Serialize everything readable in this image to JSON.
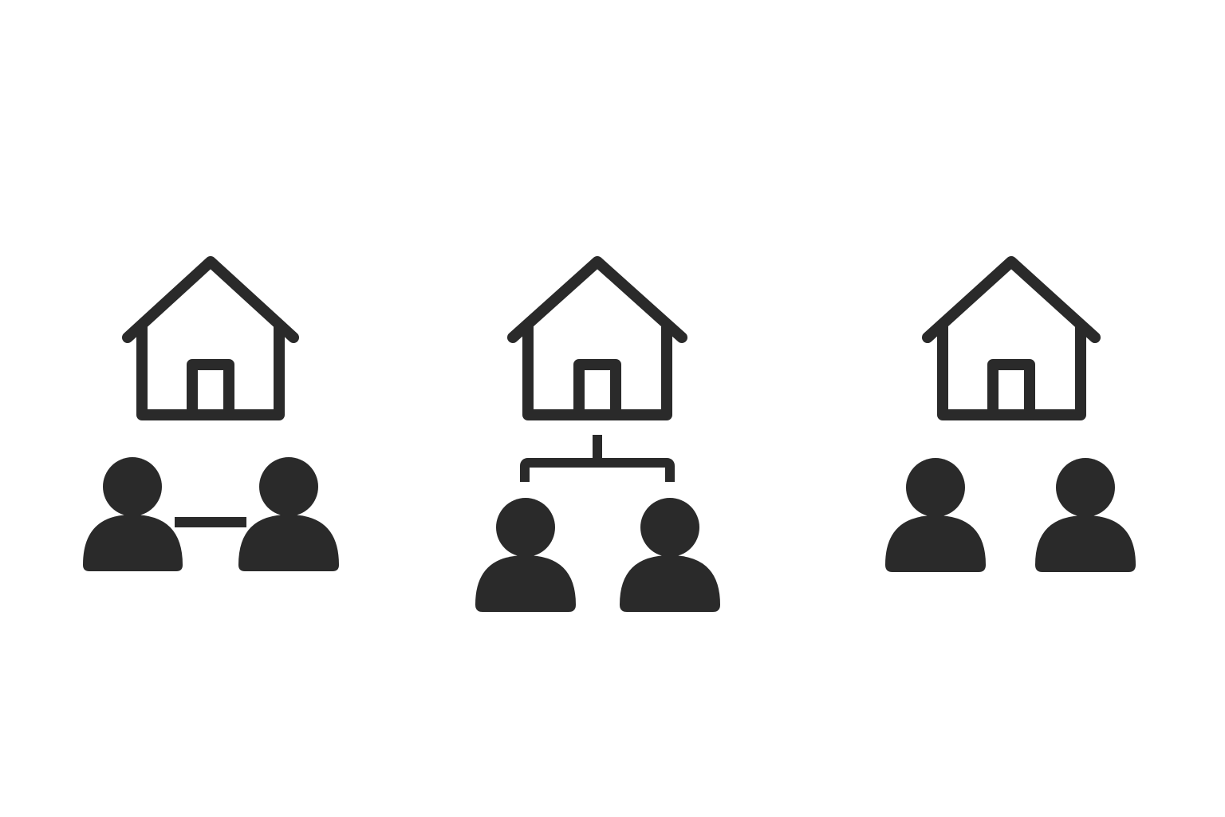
{
  "colors": {
    "background": "#ffffff",
    "icon": "#2a2a2a"
  },
  "groups": [
    {
      "house_icon": "house-icon",
      "person_icons": [
        "person-icon",
        "person-icon"
      ],
      "connector": "horizontal-link"
    },
    {
      "house_icon": "house-icon",
      "person_icons": [
        "person-icon",
        "person-icon"
      ],
      "connector": "branch-tree"
    },
    {
      "house_icon": "house-icon",
      "person_icons": [
        "person-icon",
        "person-icon"
      ],
      "connector": "none"
    }
  ]
}
